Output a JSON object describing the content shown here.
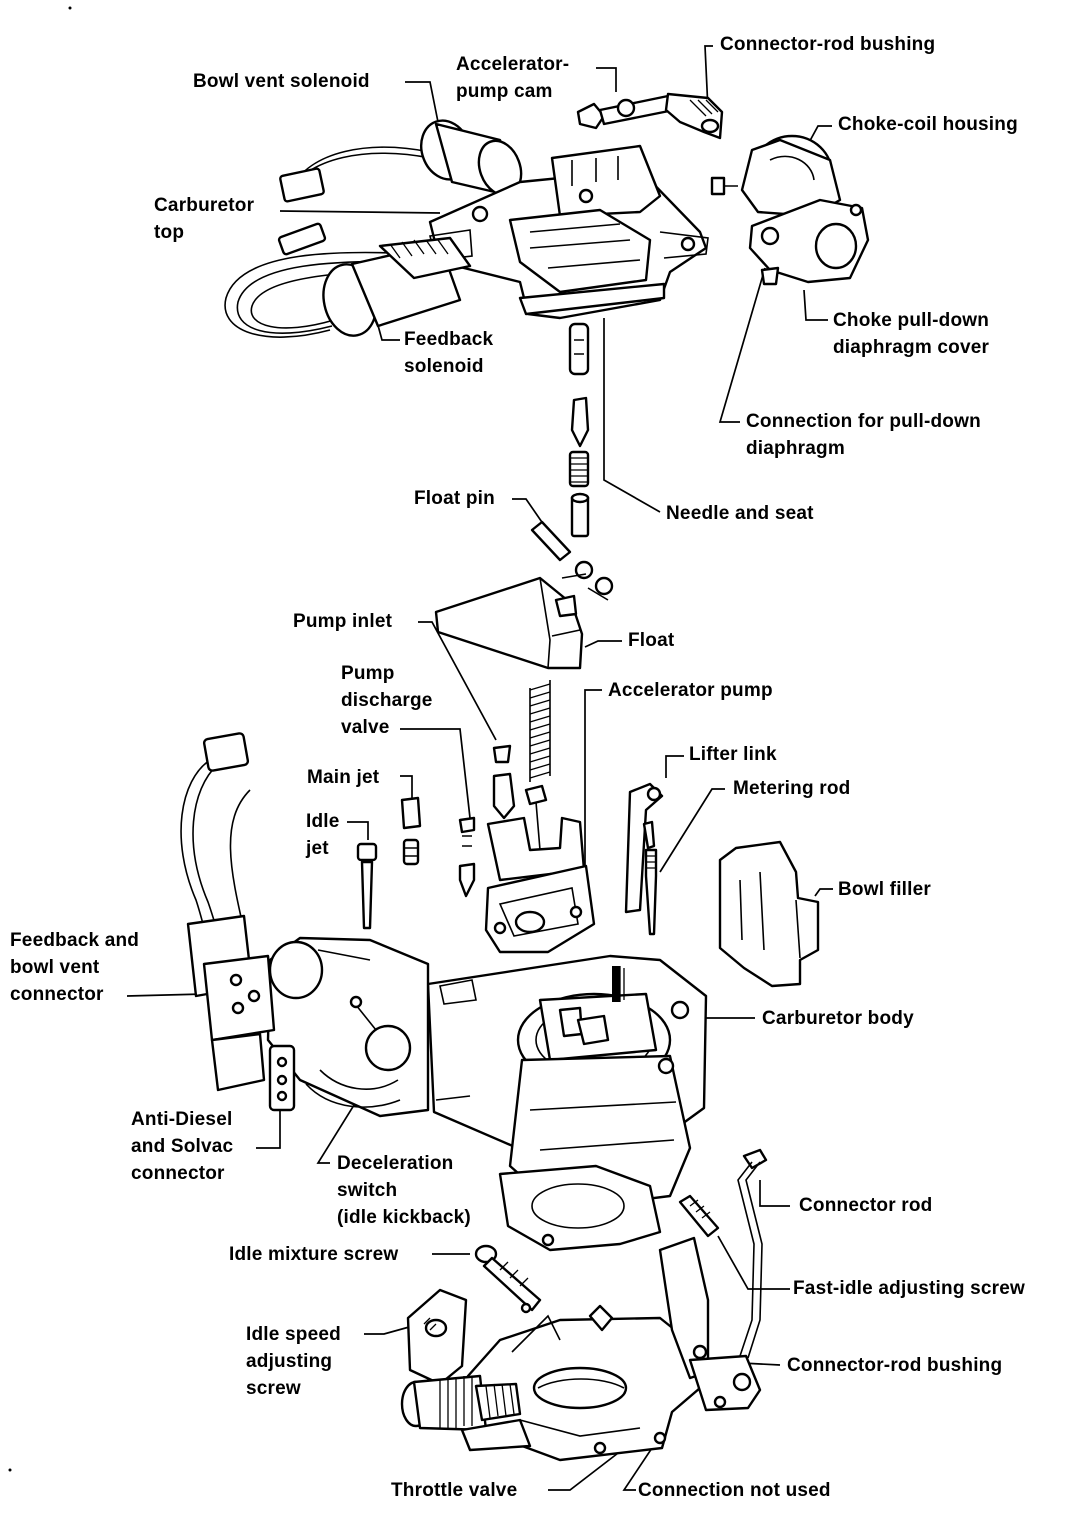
{
  "labels": {
    "connector_rod_bushing_top": "Connector-rod bushing",
    "accelerator_pump_cam_1": "Accelerator-",
    "accelerator_pump_cam_2": "pump cam",
    "bowl_vent_solenoid": "Bowl vent solenoid",
    "choke_coil_housing": "Choke-coil housing",
    "carburetor_top_1": "Carburetor",
    "carburetor_top_2": "top",
    "choke_pulldown_cover_1": "Choke pull-down",
    "choke_pulldown_cover_2": "diaphragm cover",
    "feedback_solenoid_1": "Feedback",
    "feedback_solenoid_2": "solenoid",
    "connection_pulldown_1": "Connection for pull-down",
    "connection_pulldown_2": "diaphragm",
    "float_pin": "Float pin",
    "needle_and_seat": "Needle and seat",
    "pump_inlet": "Pump inlet",
    "float": "Float",
    "pump_discharge_1": "Pump",
    "pump_discharge_2": "discharge",
    "pump_discharge_3": "valve",
    "accelerator_pump": "Accelerator pump",
    "lifter_link": "Lifter link",
    "main_jet": "Main jet",
    "metering_rod": "Metering rod",
    "idle_jet_1": "Idle",
    "idle_jet_2": "jet",
    "bowl_filler": "Bowl filler",
    "feedback_connector_1": "Feedback and",
    "feedback_connector_2": "bowl vent",
    "feedback_connector_3": "connector",
    "carburetor_body": "Carburetor body",
    "anti_diesel_1": "Anti-Diesel",
    "anti_diesel_2": "and Solvac",
    "anti_diesel_3": "connector",
    "decel_switch_1": "Deceleration",
    "decel_switch_2": "switch",
    "decel_switch_3": "(idle kickback)",
    "connector_rod": "Connector rod",
    "idle_mixture_screw": "Idle mixture screw",
    "fast_idle_screw": "Fast-idle adjusting screw",
    "idle_speed_1": "Idle speed",
    "idle_speed_2": "adjusting",
    "idle_speed_3": "screw",
    "connector_rod_bushing_bottom": "Connector-rod bushing",
    "throttle_valve": "Throttle valve",
    "connection_not_used": "Connection not used"
  }
}
